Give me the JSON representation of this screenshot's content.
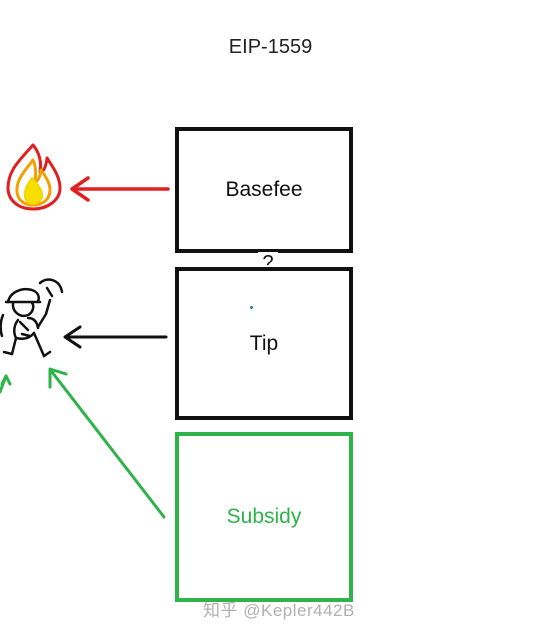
{
  "diagram": {
    "title": "EIP-1559",
    "boxes": {
      "basefee": "Basefee",
      "tip": "Tip",
      "subsidy": "Subsidy"
    },
    "separator_label": "?",
    "watermark": "知乎 @Kepler442B"
  },
  "colors": {
    "burn_arrow": "#e02020",
    "tip_arrow": "#111111",
    "subsidy": "#2db34a",
    "flame_outer": "#e02020",
    "flame_mid": "#f5a000",
    "flame_inner": "#f5e000"
  },
  "icons": {
    "burn": "flame-icon",
    "recipient": "miner-figure-icon"
  }
}
